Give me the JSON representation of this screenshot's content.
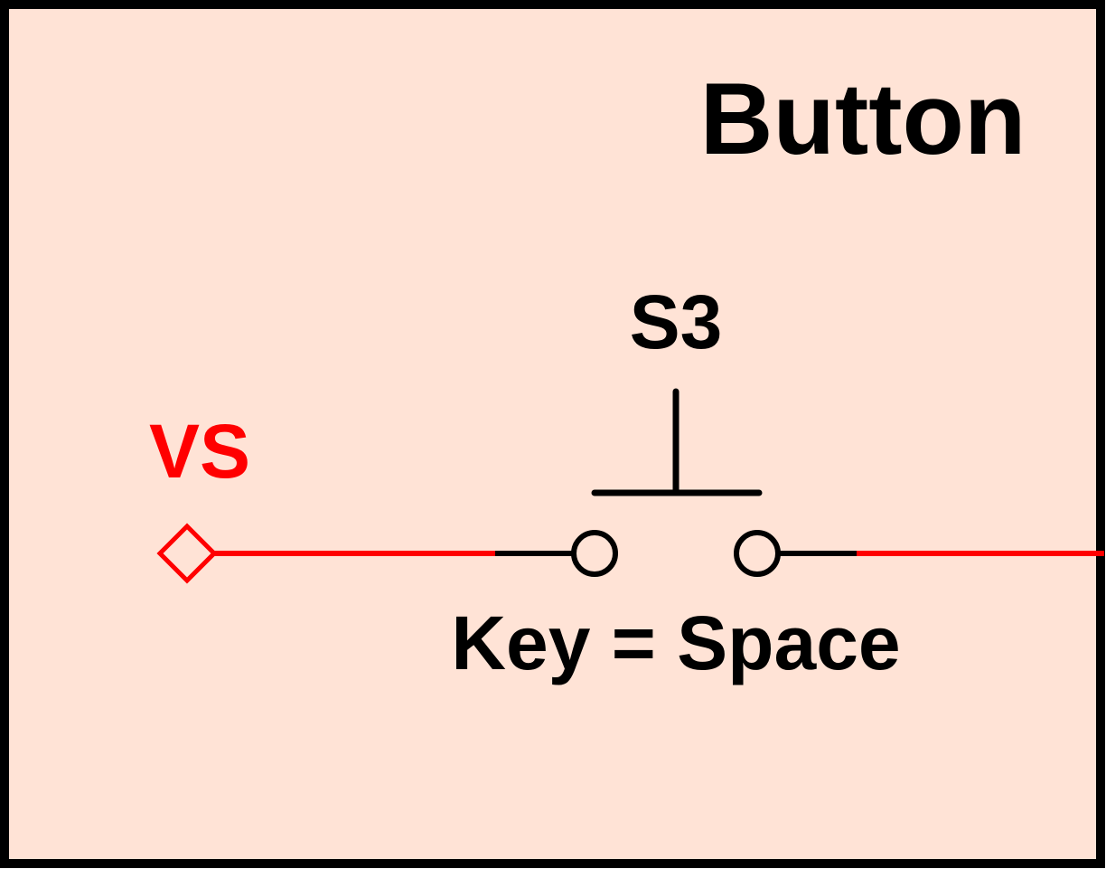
{
  "diagram": {
    "title": "Button",
    "component_label": "S3",
    "net_label": "VS",
    "key_label": "Key = Space"
  },
  "colors": {
    "background": "#FFE3D6",
    "border": "#000000",
    "wire_active": "#FF0000",
    "wire": "#000000",
    "text": "#000000",
    "net_label": "#FF0000"
  },
  "icons": {
    "terminal": "diamond-terminal-icon",
    "switch": "push-button-switch-icon"
  }
}
